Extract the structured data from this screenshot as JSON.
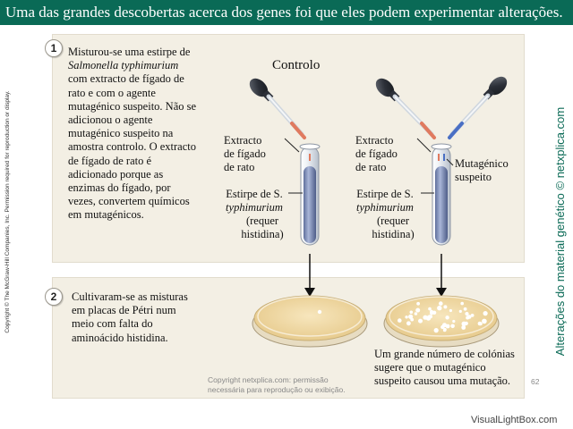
{
  "header": {
    "title": "Uma das grandes descobertas acerca dos genes foi que eles podem experimentar alterações."
  },
  "side": {
    "left_copyright": "Copyright © The McGraw-Hill Companies, Inc. Permission required for reproduction or display.",
    "right_caption": "Alterações do material genético © netxplica.com"
  },
  "step1": {
    "number": "1",
    "description_lines": [
      "Misturou-se uma estirpe de",
      "Salmonella typhimurium",
      "com extracto de fígado de",
      "rato e com o agente",
      "mutagénico suspeito. Não se",
      "adicionou o agente",
      "mutagénico suspeito na",
      "amostra controlo. O extracto",
      "de fígado de rato é",
      "adicionado porque as",
      "enzimas do fígado, por",
      "vezes, convertem químicos",
      "em mutagénicos."
    ],
    "control_label": "Controlo",
    "extract_label_left": [
      "Extracto",
      "de fígado",
      "de rato"
    ],
    "extract_label_right": [
      "Extracto",
      "de fígado",
      "de rato"
    ],
    "strain_label_left": [
      "Estirpe de S.",
      "typhimurium",
      "(requer",
      "histidina)"
    ],
    "strain_label_right": [
      "Estirpe de S.",
      "typhimurium",
      "(requer",
      "histidina)"
    ],
    "mutagen_label": [
      "Mutagénico",
      "suspeito"
    ]
  },
  "step2": {
    "number": "2",
    "description_lines": [
      "Cultivaram-se as misturas",
      "em  placas de Pétri num",
      "meio com falta do",
      "aminoácido histidina."
    ],
    "result_lines": [
      "Um grande número de colónias",
      "sugere que o mutagénico",
      "suspeito causou uma mutação."
    ]
  },
  "footer": {
    "copyright_lines": [
      "Copyright netxplica.com: permissão",
      "necessária para reprodução ou exibição."
    ],
    "page_number": "62",
    "watermark": "VisualLightBox.com"
  },
  "colors": {
    "header_bg": "#0a6a56",
    "panel_bg": "#f3efe4",
    "liver_extract": "#e07a5f",
    "mutagen": "#4a6fc4",
    "agar": "#f2d9a0"
  }
}
